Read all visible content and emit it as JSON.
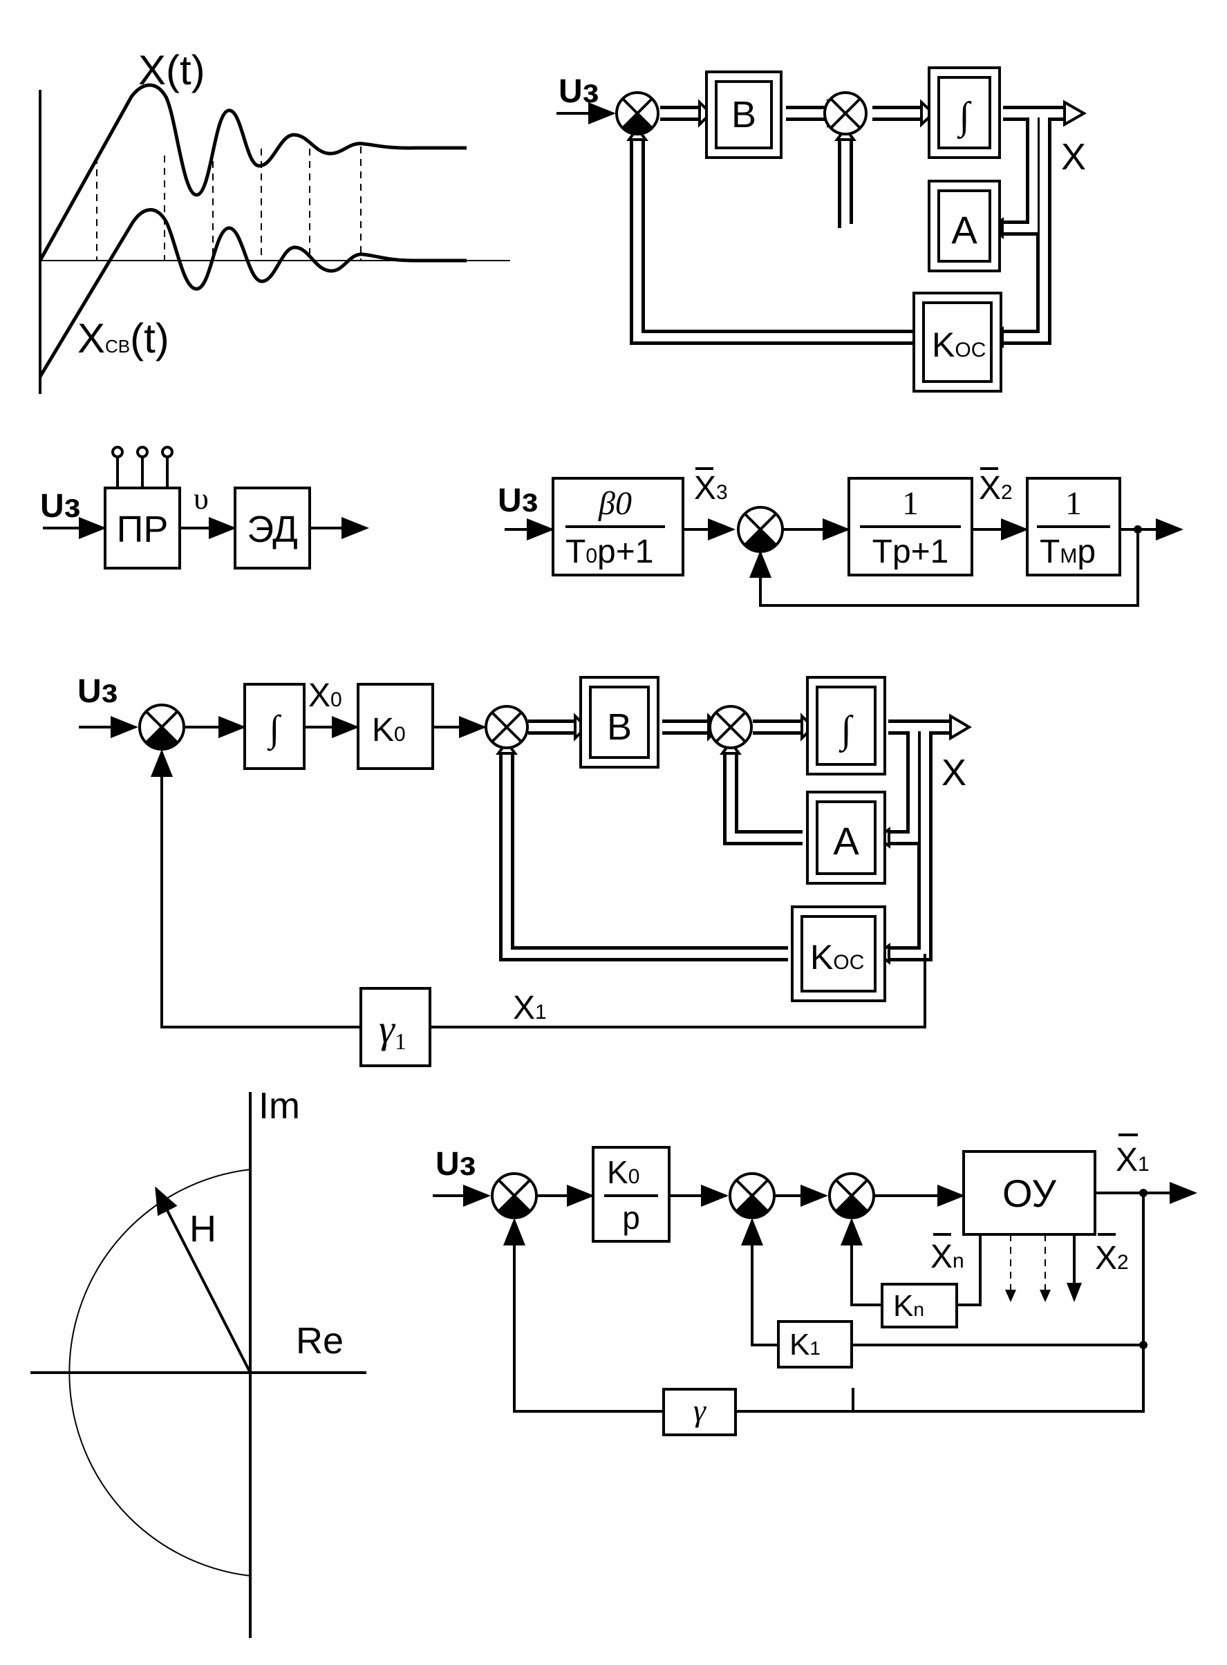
{
  "labels": {
    "x_t": "X(t)",
    "x_sv_main": "X",
    "x_sv_sub": "СВ",
    "x_sv_tail": "(t)",
    "u_z": "Uз",
    "block_B": "B",
    "block_A": "A",
    "integral": "∫",
    "k_os_main": "K",
    "k_os_sub": "ОС",
    "x_out": "X",
    "pr": "ПР",
    "ed": "ЭД",
    "upsilon": "υ",
    "beta0": "β0",
    "den_T0": "T",
    "den_T0_sub": "0",
    "den_T0_tail": "p+1",
    "x3_main": "X",
    "x3_sub": "3",
    "one": "1",
    "tp1": "Tp+1",
    "x2_main": "X",
    "x2_sub": "2",
    "tm_main": "T",
    "tm_sub": "М",
    "tm_tail": "p",
    "x0_main": "X",
    "x0_sub": "0",
    "k0_main": "K",
    "k0_sub": "0",
    "gamma1_main": "γ",
    "gamma1_sub": "1",
    "x1_main": "X",
    "x1_sub": "1",
    "im": "Im",
    "re": "Re",
    "h": "H",
    "k0p_den": "p",
    "oy": "ОУ",
    "xn_main": "X",
    "xn_sub": "n",
    "kn_main": "K",
    "kn_sub": "n",
    "k1_main": "K",
    "k1_sub": "1",
    "gamma": "γ"
  }
}
